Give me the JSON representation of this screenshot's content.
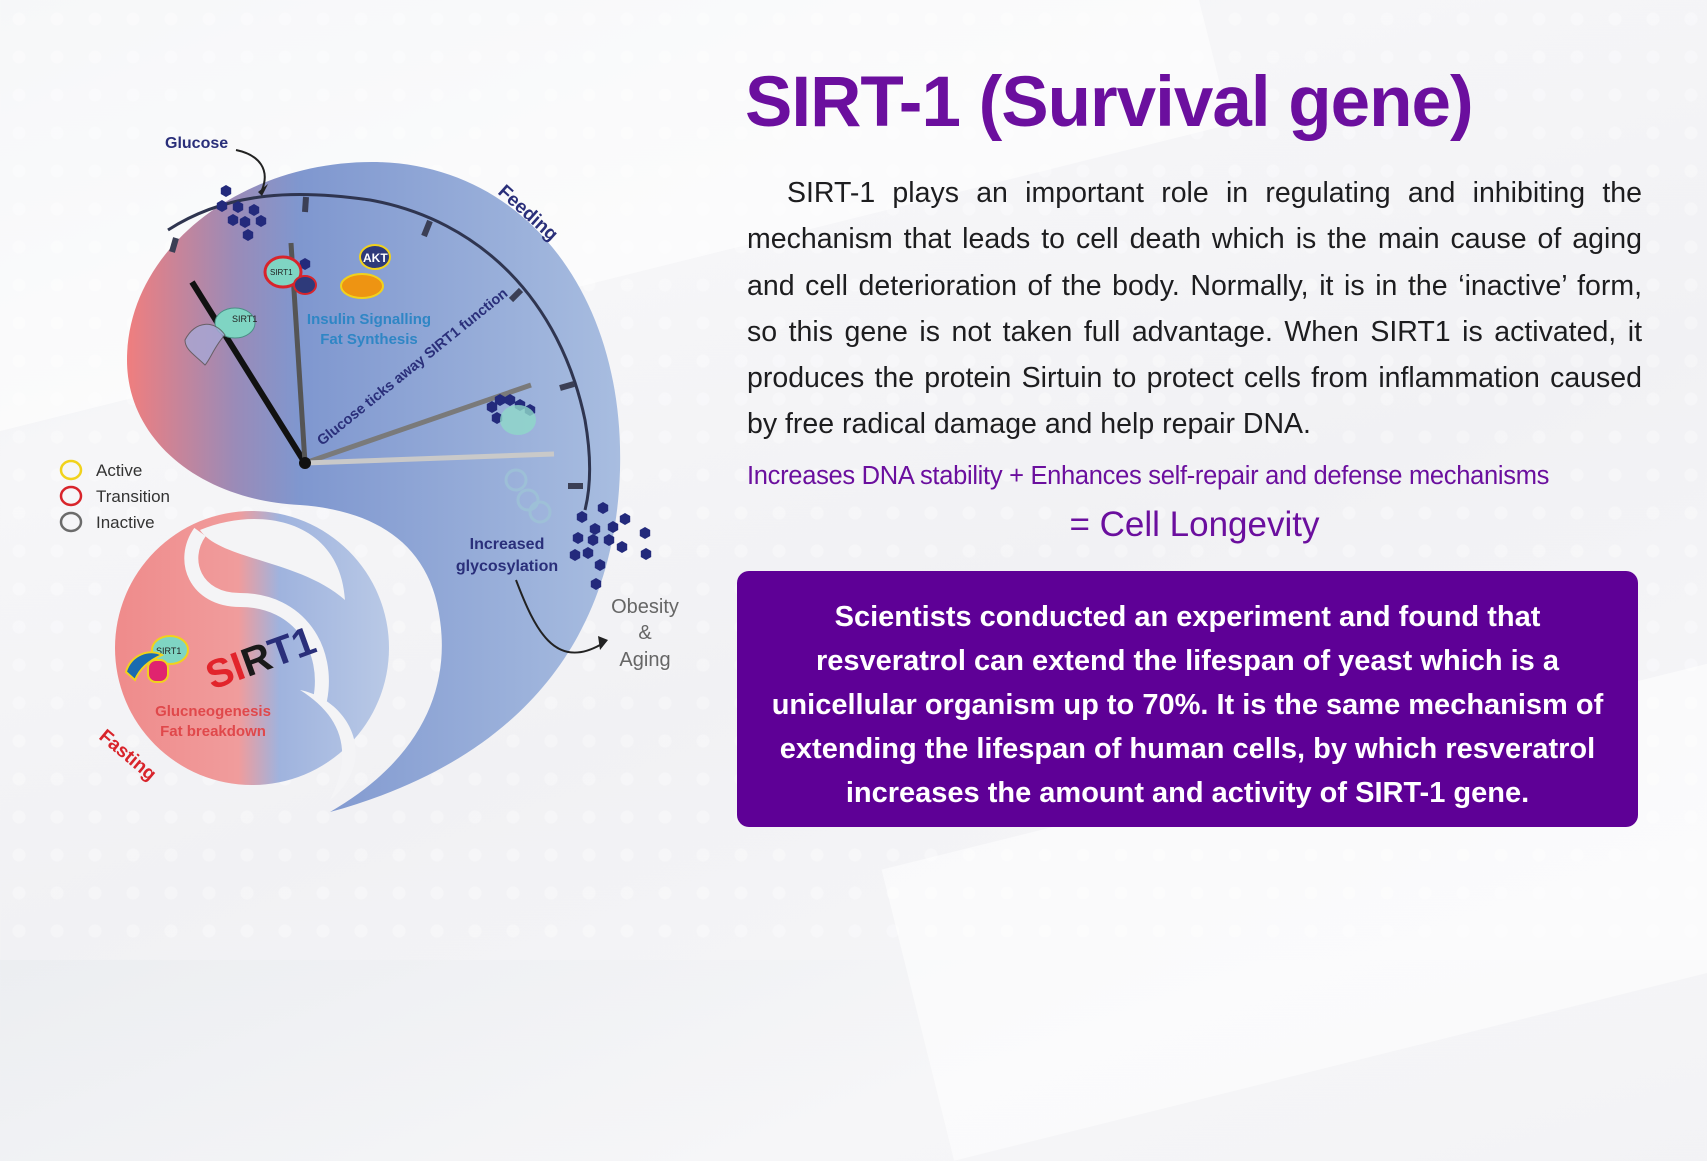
{
  "title": "SIRT-1 (Survival gene)",
  "paragraph": "SIRT-1 plays an important role in regulating and inhibiting the mechanism that leads to cell death which is the main cause of aging and cell deterioration of the body. Normally, it is in the ‘inactive’ form, so this gene is not taken full advantage. When SIRT1 is activated, it produces the protein Sirtuin to protect cells from inflammation caused by free radical damage and help repair DNA.",
  "equation": {
    "line1": "Increases DNA stability + Enhances self-repair and defense mechanisms",
    "line2": "= Cell Longevity"
  },
  "callout": "Scientists conducted an experiment and found that resveratrol can extend the lifespan of yeast which is a unicellular organism up to 70%. It is the same mechanism of extending the lifespan of human cells, by which resveratrol increases the amount and activity of SIRT-1 gene.",
  "diagram": {
    "glucose": "Glucose",
    "feeding": "Feeding",
    "fasting": "Fasting",
    "insulin1": "Insulin Signalling",
    "insulin2": "Fat Synthesis",
    "ticks": "Glucose ticks away SIRT1 function",
    "glyco1": "Increased",
    "glyco2": "glycosylation",
    "obesity1": "Obesity",
    "obesity2": "&",
    "obesity3": "Aging",
    "gluc1": "Glucneogenesis",
    "gluc2": "Fat breakdown",
    "sirt_logo": "SIRT1",
    "sirt_small": "SIRT1",
    "akt": "AKT",
    "legend": [
      {
        "label": "Active",
        "color": "#f1d21c"
      },
      {
        "label": "Transition",
        "color": "#d8242b"
      },
      {
        "label": "Inactive",
        "color": "#6b6b6b"
      }
    ]
  },
  "colors": {
    "accent": "#6b0f9e",
    "box": "#5e0096",
    "blue": "#8ea8d6",
    "red": "#ee7f7f"
  }
}
